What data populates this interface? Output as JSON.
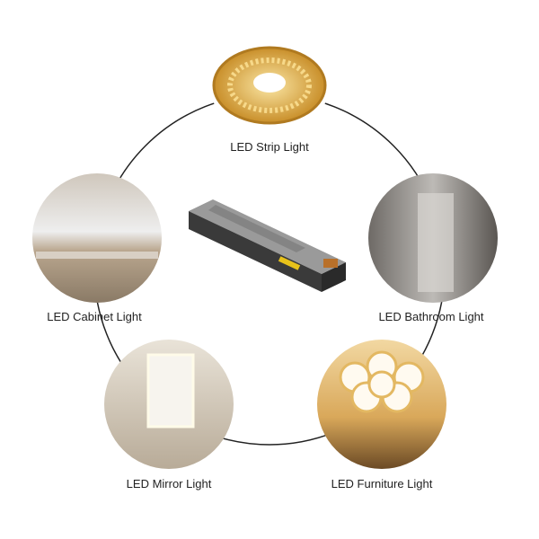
{
  "center_product": {
    "icon": "led-power-supply-icon"
  },
  "items": [
    {
      "label": "LED Strip Light",
      "icon": "led-strip-reel-icon"
    },
    {
      "label": "LED Cabinet Light",
      "icon": "kitchen-cabinet-icon"
    },
    {
      "label": "LED Bathroom Light",
      "icon": "bathroom-icon"
    },
    {
      "label": "LED Mirror Light",
      "icon": "mirror-icon"
    },
    {
      "label": "LED Furniture Light",
      "icon": "ceiling-lamp-icon"
    }
  ],
  "colors": {
    "ring": "#222222",
    "strip": "#e8b64a",
    "case": "#3a3a3a"
  }
}
